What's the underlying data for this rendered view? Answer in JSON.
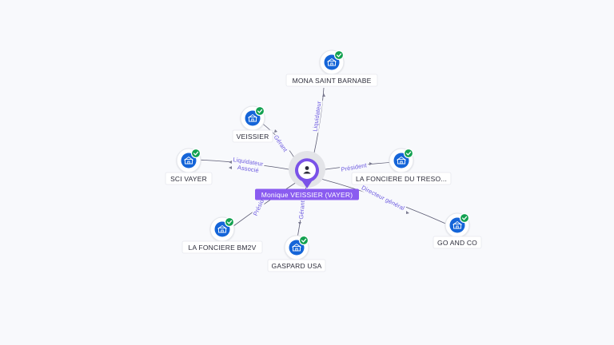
{
  "colors": {
    "company_node": "#1565d8",
    "check_badge": "#12a150",
    "person_pin": "#7a52e8",
    "person_label_bg": "#8a5cf0",
    "edge_label": "#6d5be0",
    "background": "#f8f9fc"
  },
  "center": {
    "name": "Monique VEISSIER (VAYER)",
    "icon": "person-icon"
  },
  "nodes": [
    {
      "id": "mona-saint-barnabe",
      "label": "MONA SAINT BARNABE",
      "icon": "building-icon",
      "status_icon": "check-icon",
      "relations": [
        "Liquidateur"
      ]
    },
    {
      "id": "veissier",
      "label": "VEISSIER",
      "icon": "building-icon",
      "status_icon": "check-icon",
      "relations": [
        "Gérant"
      ]
    },
    {
      "id": "sci-vayer",
      "label": "SCI VAYER",
      "icon": "building-icon",
      "status_icon": "check-icon",
      "relations": [
        "Liquidateur",
        "Associé"
      ]
    },
    {
      "id": "la-fonciere-du-treso",
      "label": "LA FONCIERE DU TRESO...",
      "icon": "building-icon",
      "status_icon": "check-icon",
      "relations": [
        "Président"
      ]
    },
    {
      "id": "go-and-co",
      "label": "GO AND CO",
      "icon": "building-icon",
      "status_icon": "check-icon",
      "relations": [
        "Directeur général"
      ]
    },
    {
      "id": "la-fonciere-bm2v",
      "label": "LA FONCIERE BM2V",
      "icon": "building-icon",
      "status_icon": "check-icon",
      "relations": [
        "Président"
      ]
    },
    {
      "id": "gaspard-usa",
      "label": "GASPARD USA",
      "icon": "building-icon",
      "status_icon": "check-icon",
      "relations": [
        "Gérant"
      ]
    }
  ]
}
